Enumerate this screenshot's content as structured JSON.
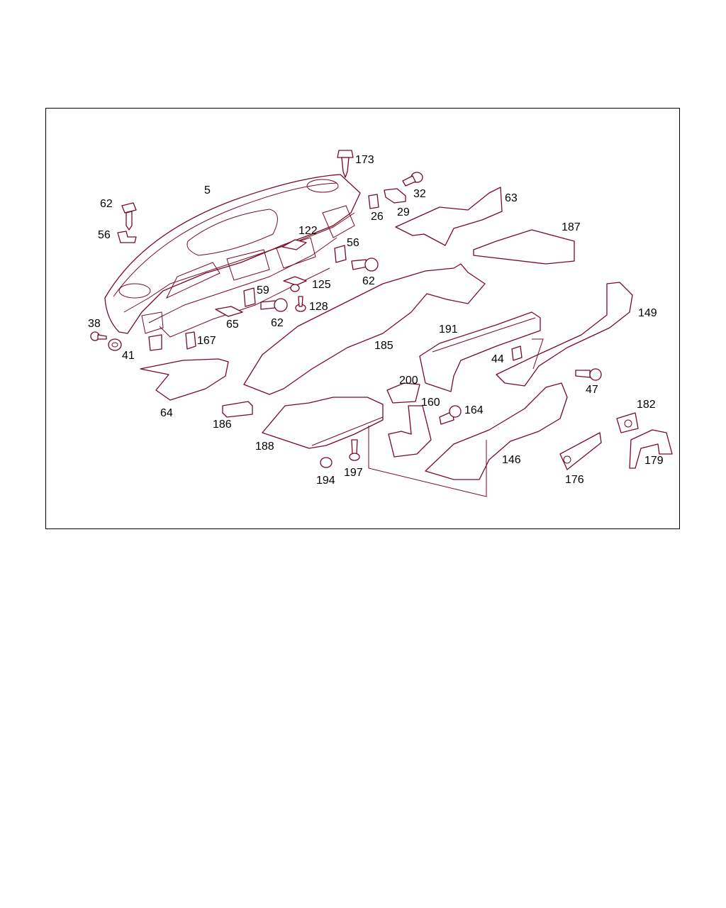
{
  "colors": {
    "line": "#7a0a22",
    "text": "#000000",
    "frame": "#000000",
    "background": "#ffffff"
  },
  "labels": {
    "l5": "5",
    "l173": "173",
    "l32": "32",
    "l62a": "62",
    "l56a": "56",
    "l122": "122",
    "l26": "26",
    "l29": "29",
    "l63": "63",
    "l187": "187",
    "l56b": "56",
    "l62b": "62",
    "l59": "59",
    "l125": "125",
    "l128": "128",
    "l62c": "62",
    "l38": "38",
    "l41": "41",
    "l65": "65",
    "l167": "167",
    "l149": "149",
    "l191": "191",
    "l185": "185",
    "l44": "44",
    "l47": "47",
    "l64": "64",
    "l200": "200",
    "l160": "160",
    "l164": "164",
    "l182": "182",
    "l186": "186",
    "l188": "188",
    "l146": "146",
    "l179": "179",
    "l176": "176",
    "l194": "194",
    "l197": "197"
  }
}
